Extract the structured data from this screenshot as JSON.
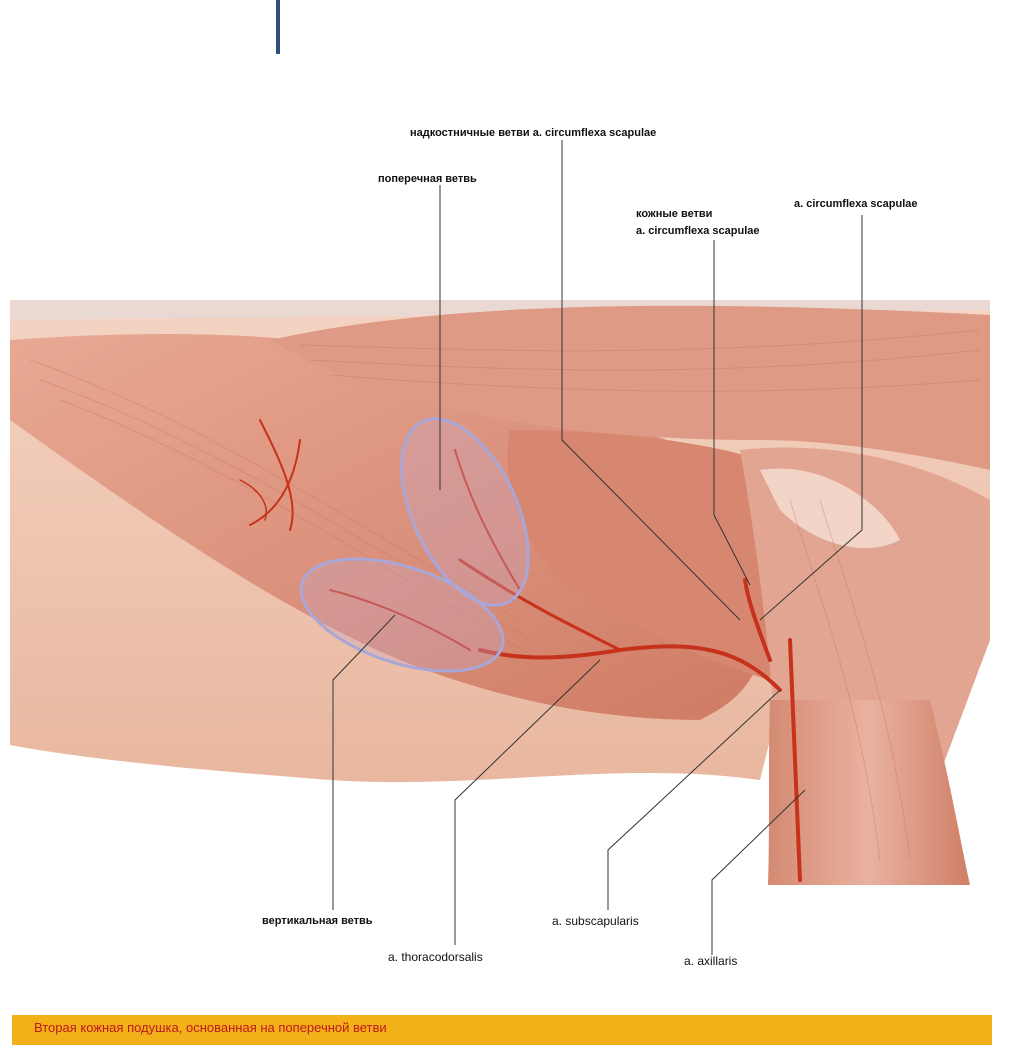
{
  "labels": {
    "periosteal": "надкостничные ветви a. circumflexa scapulae",
    "transverse": "поперечная ветвь",
    "cutaneous_1": "кожные ветви",
    "cutaneous_2": "a. circumflexa scapulae",
    "circumflexa": "a. circumflexa scapulae",
    "vertical": "вертикальная ветвь",
    "thoracodorsalis": "a. thoracodorsalis",
    "subscapularis": "a. subscapularis",
    "axillaris": "a. axillaris"
  },
  "caption": "Вторая кожная подушка, основанная на поперечной ветви",
  "colors": {
    "muscle": "#d98f78",
    "muscle_light": "#efc2b0",
    "skin": "#f0c7b2",
    "vessel": "#c7321c",
    "flap_outline": "#a9a6d8",
    "caption_bg": "#f2b118",
    "caption_text": "#c0181e"
  }
}
